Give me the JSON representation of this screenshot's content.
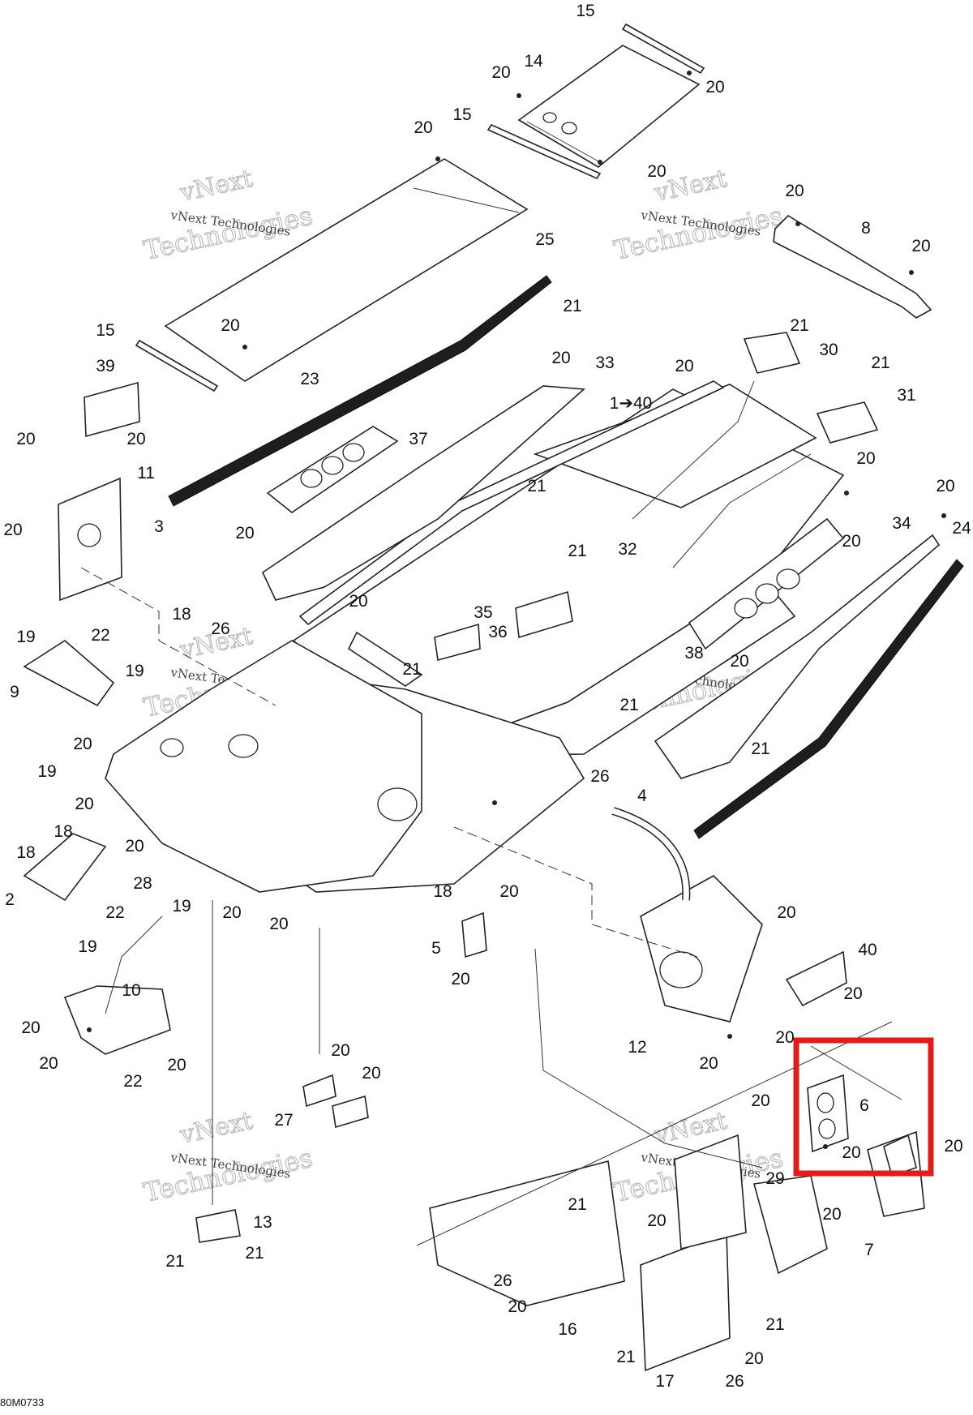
{
  "labels": [
    "15",
    "14",
    "20",
    "20",
    "15",
    "20",
    "20",
    "25",
    "20",
    "8",
    "20",
    "21",
    "15",
    "20",
    "39",
    "20",
    "20",
    "23",
    "20",
    "33",
    "20",
    "1➔40",
    "21",
    "30",
    "21",
    "31",
    "20",
    "37",
    "11",
    "20",
    "20",
    "20",
    "21",
    "21",
    "32",
    "20",
    "34",
    "24",
    "3",
    "20",
    "18",
    "26",
    "35",
    "36",
    "21",
    "38",
    "20",
    "19",
    "22",
    "19",
    "9",
    "20",
    "21",
    "19",
    "20",
    "20",
    "26",
    "4",
    "18",
    "18",
    "2",
    "28",
    "22",
    "20",
    "19",
    "18",
    "20",
    "21",
    "20",
    "20",
    "5",
    "20",
    "19",
    "40",
    "10",
    "20",
    "20",
    "22",
    "20",
    "12",
    "20",
    "20",
    "20",
    "20",
    "27",
    "20",
    "6",
    "20",
    "20",
    "29",
    "20",
    "20",
    "7",
    "13",
    "21",
    "21",
    "21",
    "26",
    "20",
    "16",
    "21",
    "21",
    "20",
    "17",
    "26",
    "20"
  ],
  "highlight": {
    "color": "#e21b1b",
    "target_label": "6"
  },
  "watermark": {
    "line1": "vNext",
    "line2": "Technologies",
    "small": "vNext Technologies"
  },
  "figure_code": "80M0733"
}
